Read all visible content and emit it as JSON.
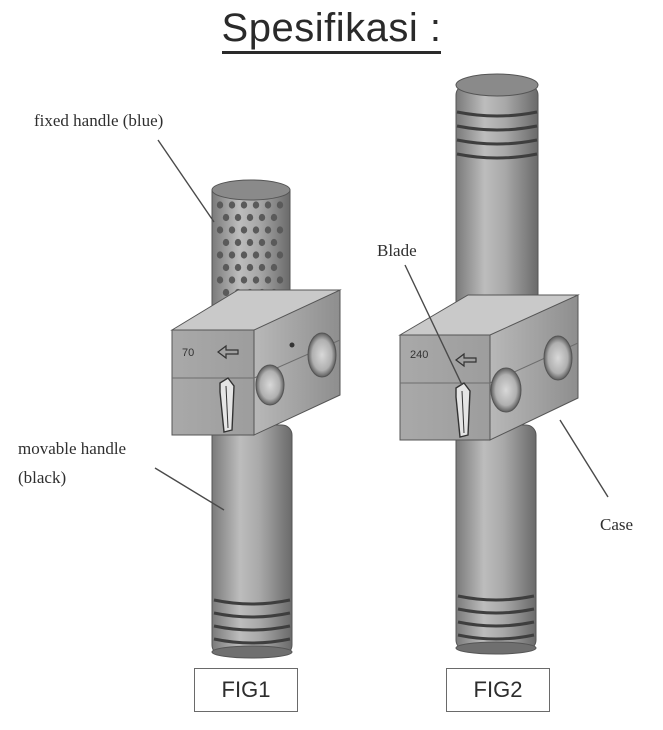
{
  "title": "Spesifikasi :",
  "figures": [
    {
      "caption": "FIG1",
      "case_number": "70",
      "labels": {
        "fixed_handle": "fixed handle (blue)",
        "movable_handle_line1": "movable handle",
        "movable_handle_line2": "(black)"
      }
    },
    {
      "caption": "FIG2",
      "case_number": "240",
      "labels": {
        "blade": "Blade",
        "case": "Case"
      }
    }
  ],
  "colors": {
    "body_light": "#c6c6c6",
    "body_mid": "#9a9a9a",
    "body_dark": "#6e6e6e",
    "outline": "#444444"
  }
}
